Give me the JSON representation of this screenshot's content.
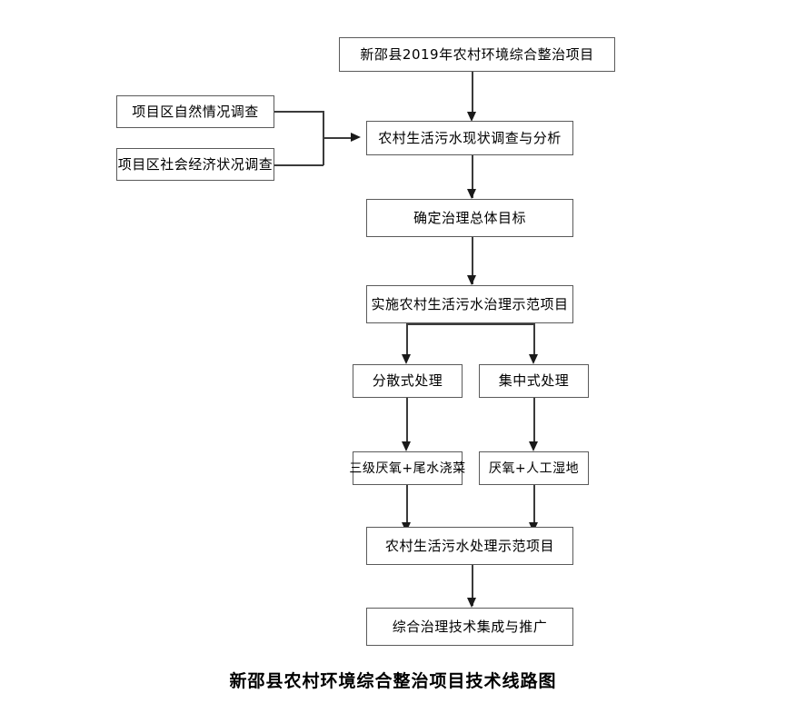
{
  "diagram": {
    "caption": "新邵县农村环境综合整治项目技术线路图",
    "colors": {
      "box_border": "#5a5a5a",
      "connector": "#3b3b3b",
      "arrow": "#1a1a1a",
      "background": "#ffffff",
      "text": "#000000"
    },
    "nodes": [
      {
        "id": "project-title",
        "label": "新邵县2019年农村环境综合整治项目"
      },
      {
        "id": "natural-survey",
        "label": "项目区自然情况调查"
      },
      {
        "id": "socioeconomic-survey",
        "label": "项目区社会经济状况调查"
      },
      {
        "id": "wastewater-status-analysis",
        "label": "农村生活污水现状调查与分析"
      },
      {
        "id": "overall-goal",
        "label": "确定治理总体目标"
      },
      {
        "id": "demo-project-implementation",
        "label": "实施农村生活污水治理示范项目"
      },
      {
        "id": "decentralized-treatment",
        "label": "分散式处理"
      },
      {
        "id": "centralized-treatment",
        "label": "集中式处理"
      },
      {
        "id": "three-stage-anaerobic",
        "label": "三级厌氧+尾水浇菜"
      },
      {
        "id": "anaerobic-wetland",
        "label": "厌氧+人工湿地"
      },
      {
        "id": "treatment-demo-project",
        "label": "农村生活污水处理示范项目"
      },
      {
        "id": "integration-promotion",
        "label": "综合治理技术集成与推广"
      }
    ]
  }
}
